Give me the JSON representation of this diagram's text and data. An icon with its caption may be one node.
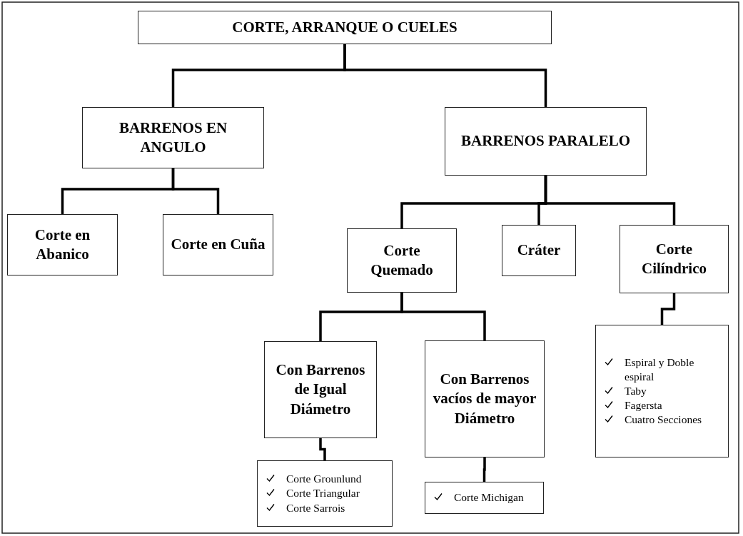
{
  "diagram": {
    "nodes": [
      {
        "text": [
          "CORTE, ARRANQUE O CUELES"
        ]
      },
      {
        "text": [
          "BARRENOS EN ANGULO"
        ]
      },
      {
        "text": [
          "BARRENOS PARALELO"
        ]
      },
      {
        "text": [
          "Corte en Abanico"
        ]
      },
      {
        "text": [
          "Corte en Cuña"
        ]
      },
      {
        "text": [
          "Corte Quemado"
        ]
      },
      {
        "text": [
          "Cráter"
        ]
      },
      {
        "text": [
          "Corte Cilíndrico"
        ]
      },
      {
        "text": [
          "Con Barrenos de Igual Diámetro"
        ]
      },
      {
        "text": [
          "Con Barrenos vacíos de mayor Diámetro"
        ]
      },
      {
        "text": [
          "Corte Grounlund",
          "Corte Triangular",
          "Corte Sarrois"
        ]
      },
      {
        "text": [
          "Corte Michigan"
        ]
      },
      {
        "text": [
          "Espiral y Doble espiral",
          "Taby",
          "Fagersta",
          "Cuatro Secciones"
        ]
      }
    ],
    "edges": [
      {
        "from": 0,
        "to": 1,
        "arrow": "none"
      },
      {
        "from": 0,
        "to": 2,
        "arrow": "none"
      },
      {
        "from": 1,
        "to": 3,
        "arrow": "none"
      },
      {
        "from": 1,
        "to": 4,
        "arrow": "none"
      },
      {
        "from": 2,
        "to": 5,
        "arrow": "none"
      },
      {
        "from": 2,
        "to": 6,
        "arrow": "none"
      },
      {
        "from": 2,
        "to": 7,
        "arrow": "none"
      },
      {
        "from": 5,
        "to": 8,
        "arrow": "none"
      },
      {
        "from": 5,
        "to": 9,
        "arrow": "none"
      },
      {
        "from": 8,
        "to": 10,
        "arrow": "none"
      },
      {
        "from": 9,
        "to": 11,
        "arrow": "none"
      },
      {
        "from": 7,
        "to": 12,
        "arrow": "none"
      }
    ]
  }
}
